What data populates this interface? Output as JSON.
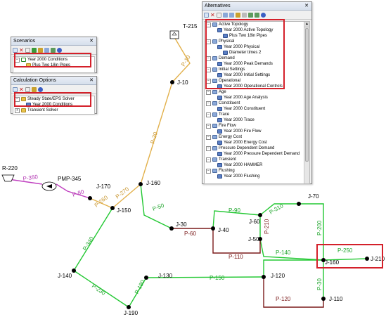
{
  "network": {
    "nodes": {
      "t215": "T-215",
      "j10": "J-10",
      "r220": "R-220",
      "pmp345": "PMP-345",
      "j170": "J-170",
      "j150": "J-150",
      "j160top": "J-160",
      "j70": "J-70",
      "j30": "J-30",
      "j40": "J-40",
      "j60": "J-60",
      "j50": "J-50",
      "j140": "J-140",
      "j130": "J-130",
      "j120": "J-120",
      "j160": "J-160",
      "j210": "J-210",
      "j110": "J-110",
      "j190": "J-190"
    },
    "pipes": {
      "p10": "P-10",
      "p20": "P-20",
      "p350": "P-350",
      "p80": "P-80",
      "p260": "P-260",
      "p270": "P-270",
      "p50": "P-50",
      "p90": "P-90",
      "p310": "P-310",
      "p200": "P-200",
      "p60": "P-60",
      "p210": "P-210",
      "p110": "P-110",
      "p140": "P-140",
      "p250": "P-250",
      "p340": "P-340",
      "p230": "P-230",
      "p180": "P-180",
      "p150": "P-150",
      "p30": "P-30",
      "p120": "P-120"
    },
    "colors": {
      "gold": "#e2b04a",
      "purple": "#c040c0",
      "green": "#22c832",
      "maroon": "#7a1a1a",
      "highlight": "#d4202a"
    }
  },
  "scenarios": {
    "title": "Scenarios",
    "items": [
      {
        "label": "Year 2000 Conditions"
      },
      {
        "label": "Plus Two 18in Pipes"
      }
    ]
  },
  "calc_options": {
    "title": "Calculation Options",
    "items": [
      {
        "label": "Steady State/EPS Solver"
      },
      {
        "label": "Year 2000 Conditions"
      },
      {
        "label": "Transient Solver"
      }
    ]
  },
  "alternatives": {
    "title": "Alternatives",
    "items": [
      {
        "label": "Active Topology"
      },
      {
        "label": "Year 2000 Active Topology"
      },
      {
        "label": "Plus Two 18in Pipes"
      },
      {
        "label": "Physical"
      },
      {
        "label": "Year 2000 Physical"
      },
      {
        "label": "Diameter times 2"
      },
      {
        "label": "Demand"
      },
      {
        "label": "Year 2000 Peak Demands"
      },
      {
        "label": "Initial Settings"
      },
      {
        "label": "Year 2000 Initial Settings"
      },
      {
        "label": "Operational"
      },
      {
        "label": "Year 2000 Operational Controls"
      },
      {
        "label": "Age"
      },
      {
        "label": "Year 2000 Age Analysis"
      },
      {
        "label": "Constituent"
      },
      {
        "label": "Year 2000 Constituent"
      },
      {
        "label": "Trace"
      },
      {
        "label": "Year 2000 Trace"
      },
      {
        "label": "Fire Flow"
      },
      {
        "label": "Year 2000 Fire Flow"
      },
      {
        "label": "Energy Cost"
      },
      {
        "label": "Year 2000 Energy Cost"
      },
      {
        "label": "Pressure Dependent Demand"
      },
      {
        "label": "Year 2000 Pressure Dependent Demand"
      },
      {
        "label": "Transient"
      },
      {
        "label": "Year 2000 HAMMER"
      },
      {
        "label": "Flushing"
      },
      {
        "label": "Year 2000 Flushing"
      }
    ]
  }
}
